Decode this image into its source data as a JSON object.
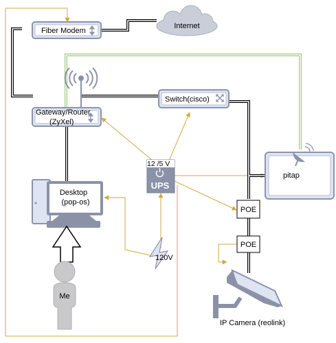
{
  "nodes": {
    "modem": {
      "label": "Fiber Modem"
    },
    "internet": {
      "label": "Internet"
    },
    "router": {
      "line1": "Gateway/Router",
      "line2": "(ZyXel)"
    },
    "switch": {
      "label": "Switch(cisco)"
    },
    "pitap": {
      "label": "pitap"
    },
    "ups": {
      "label": "UPS",
      "voltage": "12 /5 V"
    },
    "desktop": {
      "line1": "Desktop",
      "line2": "(pop-os)"
    },
    "power": {
      "label": "120V"
    },
    "poe1": {
      "label": "POE"
    },
    "poe2": {
      "label": "POE"
    },
    "camera": {
      "label": "IP Camera (reolink)"
    },
    "me": {
      "label": "Me"
    }
  },
  "colors": {
    "device_fill": "#dfe4f2",
    "device_stroke": "#8c93ad",
    "cloud_fill": "#c9ced8",
    "icon_fill": "#8b92a8",
    "power_line": "#d6a641",
    "data_line": "#000000",
    "tap_line": "#9ccc7a"
  },
  "icons": [
    "wifi-antenna-icon",
    "cloud-icon",
    "monitor-icon",
    "up-arrow-icon",
    "person-icon",
    "security-camera-icon",
    "satellite-dish-icon",
    "lightning-icon",
    "power-icon",
    "updown-arrows-icon",
    "cross-arrows-icon"
  ]
}
